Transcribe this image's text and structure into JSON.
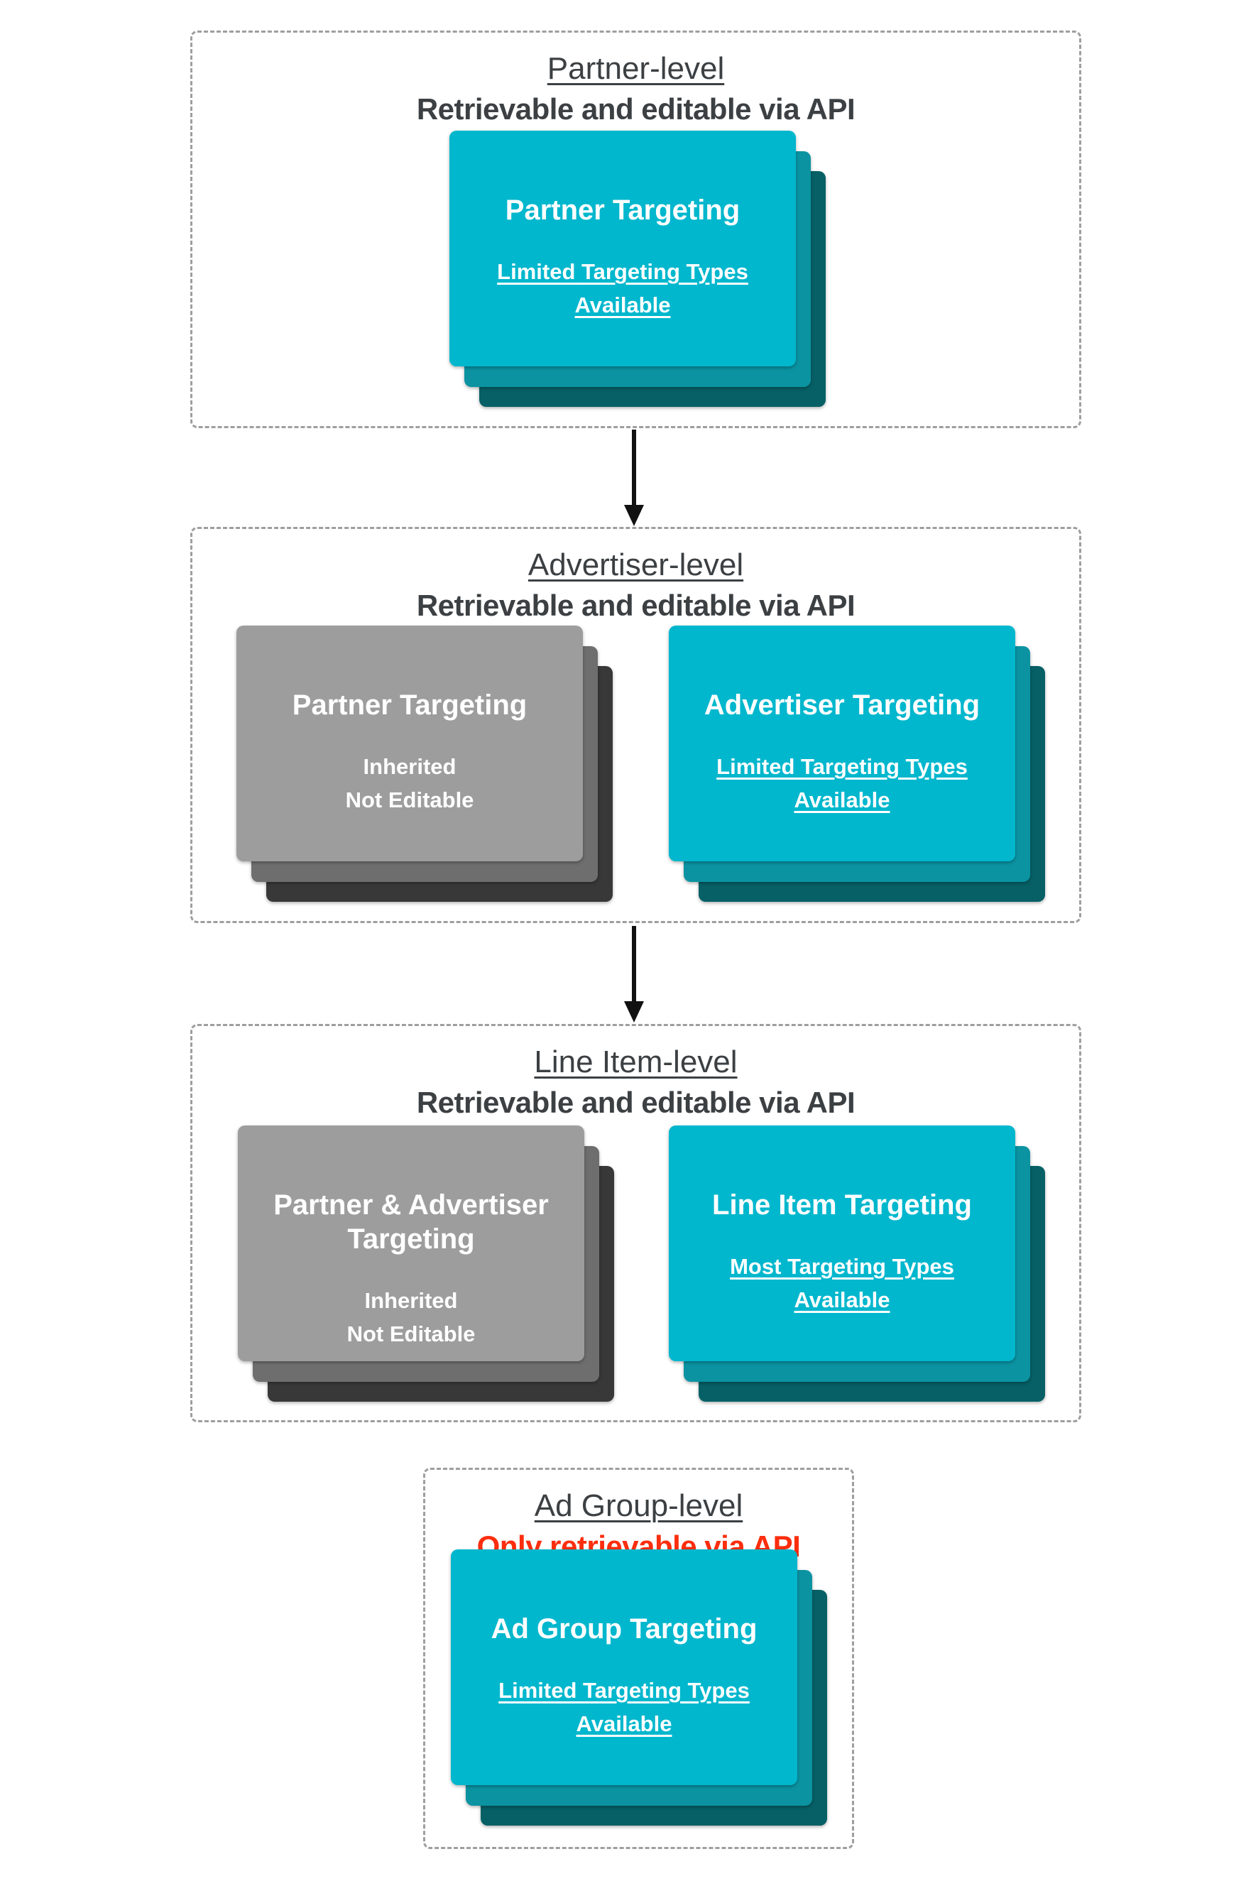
{
  "colors": {
    "teal_front": "#00b7cd",
    "teal_mid": "#0b93a2",
    "teal_back": "#066066",
    "gray_front": "#9d9d9d",
    "gray_mid": "#6e6e6e",
    "gray_back": "#383838",
    "heading_text": "#3c4043",
    "red_text": "#fb2e0e",
    "dashed_border": "#9e9e9e",
    "arrow": "#111111",
    "card_text": "#ffffff"
  },
  "sections": [
    {
      "title": "Partner-level",
      "subtitle": "Retrievable and editable via API",
      "cards": [
        {
          "title": "Partner Targeting",
          "subtitle": "Limited Targeting Types Available"
        }
      ]
    },
    {
      "title": "Advertiser-level",
      "subtitle": "Retrievable and editable via API",
      "cards": [
        {
          "title": "Partner Targeting",
          "subtitle_line1": "Inherited",
          "subtitle_line2": "Not Editable"
        },
        {
          "title": "Advertiser Targeting",
          "subtitle": "Limited Targeting Types Available"
        }
      ]
    },
    {
      "title": "Line Item-level",
      "subtitle": "Retrievable and editable via API",
      "cards": [
        {
          "title": "Partner & Advertiser Targeting",
          "subtitle_line1": "Inherited",
          "subtitle_line2": "Not Editable"
        },
        {
          "title": "Line Item Targeting",
          "subtitle": "Most Targeting Types Available"
        }
      ]
    },
    {
      "title": "Ad Group-level",
      "subtitle": "Only retrievable via API",
      "cards": [
        {
          "title": "Ad Group Targeting",
          "subtitle": "Limited Targeting Types Available"
        }
      ]
    }
  ]
}
